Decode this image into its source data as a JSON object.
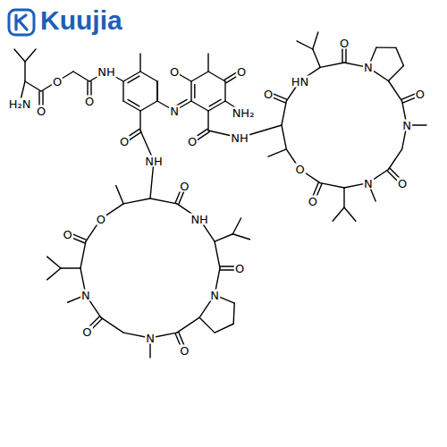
{
  "diagram": {
    "labels": [
      "Kuujia",
      "H₂N",
      "O",
      "O",
      "O",
      "NH",
      "O",
      "O",
      "NH₂",
      "N",
      "O",
      "NH",
      "O",
      "NH",
      "O",
      "HN",
      "O",
      "N",
      "O",
      "N",
      "O",
      "N",
      "O",
      "O",
      "O",
      "NH",
      "O",
      "N",
      "O",
      "N",
      "O",
      "N",
      "O",
      "O"
    ]
  }
}
